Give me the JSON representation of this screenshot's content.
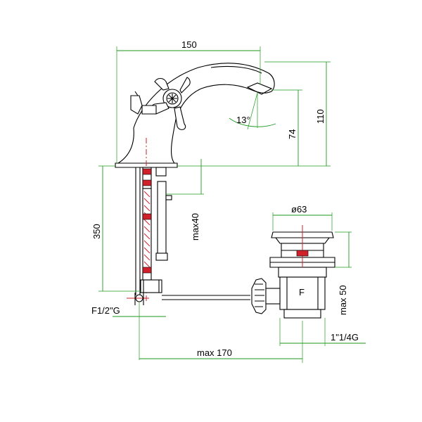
{
  "colors": {
    "dimension": "#1e9a1e",
    "accent": "#d0202a",
    "outline": "#000000"
  },
  "dimensions": {
    "spout_reach": "150",
    "height_total": "110",
    "height_spout": "74",
    "spout_angle": "13°",
    "tail_length": "350",
    "max_thickness": "max40",
    "waste_diameter": "ø63",
    "waste_height": "max 50",
    "waste_thread": "1\"1/4G",
    "inlet_thread": "F1/2\"G",
    "rod_length": "max 170",
    "waste_mark": "F"
  }
}
